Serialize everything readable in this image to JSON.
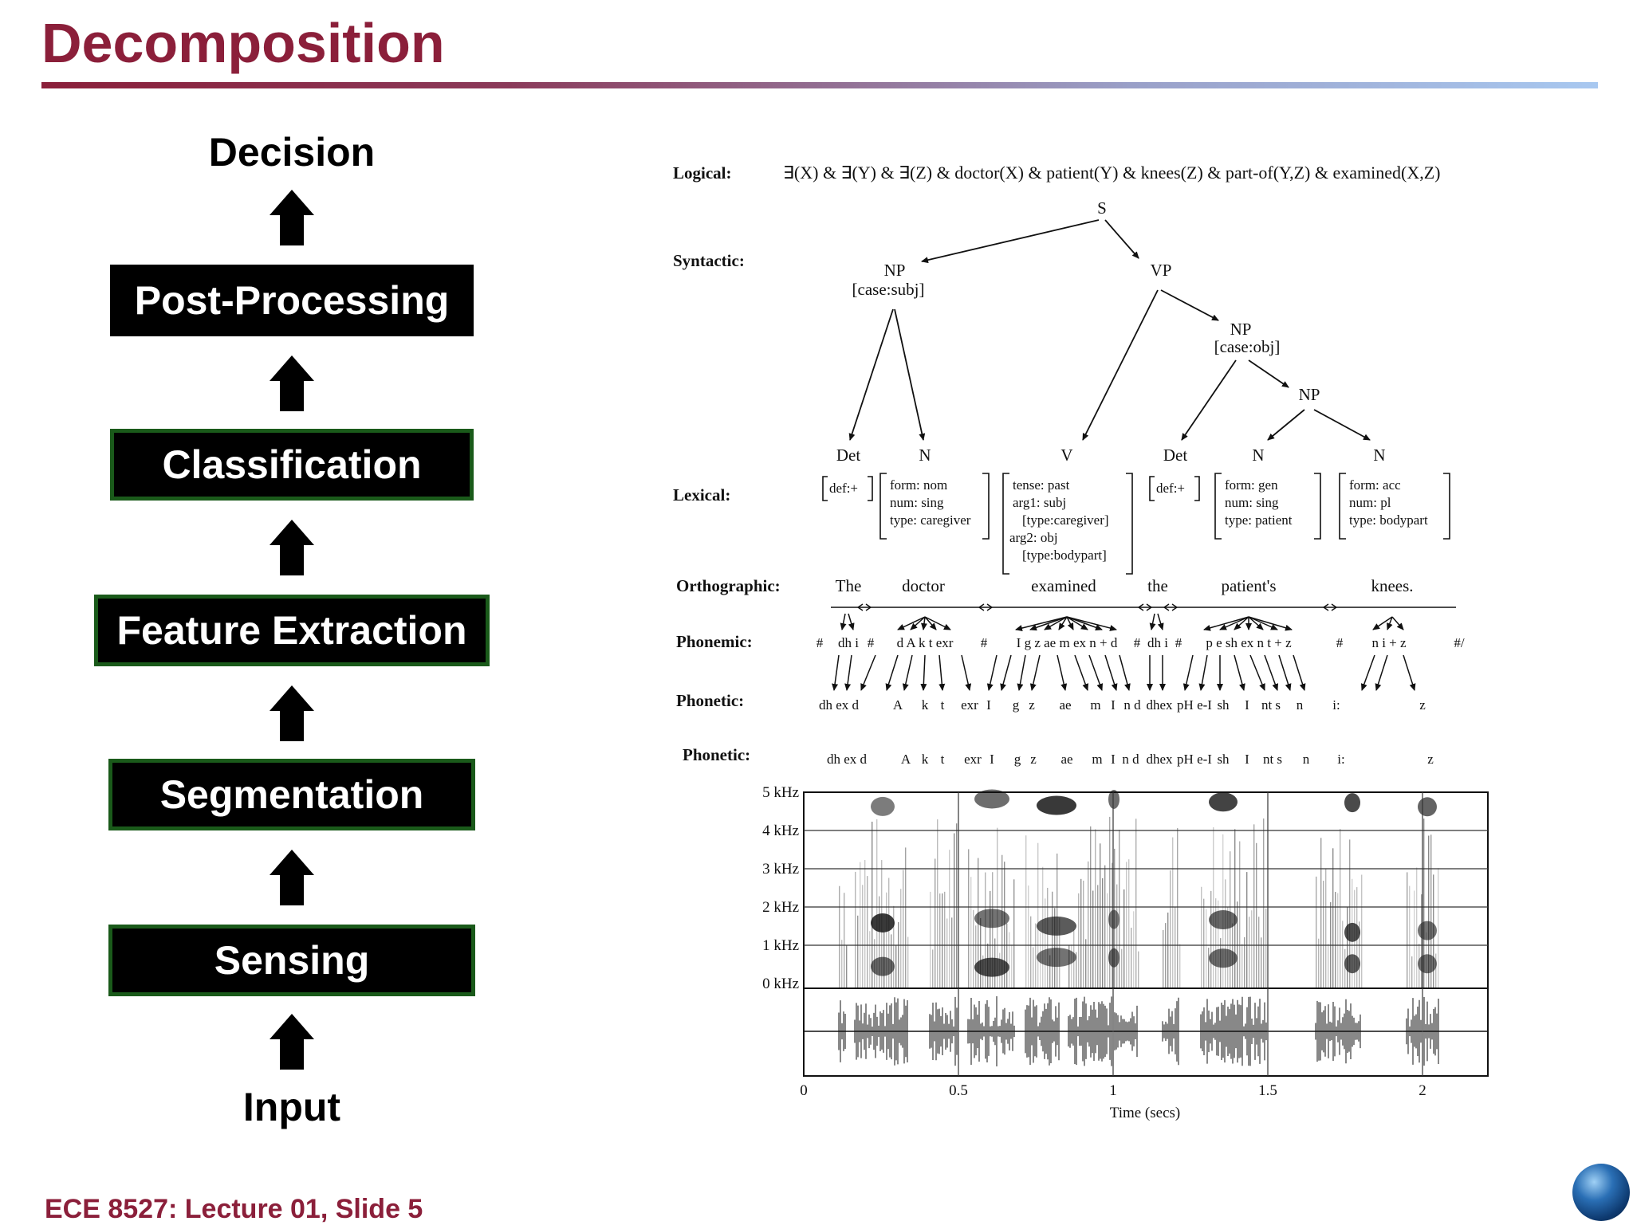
{
  "slide": {
    "title": "Decomposition",
    "footer": "ECE 8527: Lecture 01, Slide 5"
  },
  "flow": {
    "top_label": "Decision",
    "bottom_label": "Input",
    "stages": [
      "Post-Processing",
      "Classification",
      "Feature Extraction",
      "Segmentation",
      "Sensing"
    ]
  },
  "figure": {
    "rows": {
      "logical": "Logical:",
      "syntactic": "Syntactic:",
      "lexical": "Lexical:",
      "orthographic": "Orthographic:",
      "phonemic": "Phonemic:",
      "phonetic": "Phonetic:",
      "phonetic2": "Phonetic:"
    },
    "logical_formula": "∃(X) & ∃(Y) & ∃(Z) & doctor(X) & patient(Y) & knees(Z) & part-of(Y,Z) & examined(X,Z)",
    "tree": {
      "s": "S",
      "np": "NP",
      "np_case": "[case:subj]",
      "vp": "VP",
      "np2": "NP",
      "np2_case": "[case:obj]",
      "np3": "NP",
      "det1": "Det",
      "n1": "N",
      "v": "V",
      "det2": "Det",
      "n2": "N",
      "n3": "N"
    },
    "lexical": {
      "det1": [
        "def:+"
      ],
      "n1": [
        "form: nom",
        "num: sing",
        "type: caregiver"
      ],
      "v": [
        "tense: past",
        "arg1: subj",
        "[type:caregiver]",
        "arg2: obj",
        "[type:bodypart]"
      ],
      "det2": [
        "def:+"
      ],
      "n2": [
        "form: gen",
        "num: sing",
        "type: patient"
      ],
      "n3": [
        "form: acc",
        "num: pl",
        "type: bodypart"
      ]
    },
    "words": [
      "The",
      "doctor",
      "examined",
      "the",
      "patient's",
      "knees."
    ],
    "phonemic": [
      "#",
      "dh i",
      "#",
      "d A k t exr",
      "#",
      "I g z ae m ex n + d",
      "#",
      "dh i",
      "#",
      "p e sh ex n t + z",
      "#",
      "n i + z",
      "#/"
    ],
    "phonetic": [
      "dh ex d",
      "A",
      "k",
      "t",
      "exr",
      "I",
      "g",
      "z",
      "ae",
      "m",
      "I",
      "n d",
      "dhex",
      "pH e-I",
      "sh",
      "I",
      "nt s",
      "n",
      "i:",
      "z"
    ],
    "freq_labels": [
      "5 kHz",
      "4 kHz",
      "3 kHz",
      "2 kHz",
      "1 kHz",
      "0 kHz"
    ],
    "time_ticks": [
      "0",
      "0.5",
      "1",
      "1.5",
      "2"
    ],
    "time_label": "Time (secs)"
  }
}
